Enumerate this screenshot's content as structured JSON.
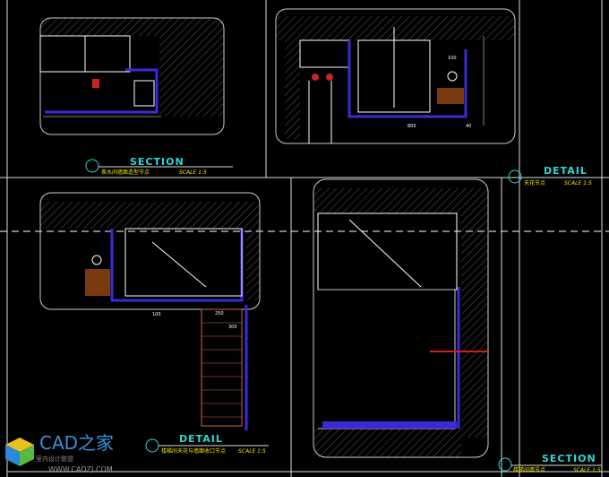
{
  "drawing": {
    "panels": [
      {
        "title": "SECTION",
        "subtitle": "茶水间墙面造型节点",
        "scale": "SCALE 1:5"
      },
      {
        "title": "DETAIL",
        "subtitle": "天花节点",
        "scale": "SCALE 1:5"
      },
      {
        "title": "DETAIL",
        "subtitle": "楼梯间天花与墙面收口节点",
        "scale": "SCALE 1:5"
      },
      {
        "title": "SECTION",
        "subtitle": "楼梯间墙节点",
        "scale": "SCALE 1:5"
      }
    ],
    "dimensions": [
      "800",
      "40",
      "100",
      "250",
      "300",
      "100"
    ]
  },
  "watermark": {
    "brand": "CAD之家",
    "tagline": "室内设计联盟",
    "url": "WWW.CADZJ.COM"
  },
  "colors": {
    "background": "#000000",
    "title": "#2fd6d6",
    "annotation": "#f2e600",
    "wall": "#3a2bd8",
    "line": "#ffffff"
  }
}
